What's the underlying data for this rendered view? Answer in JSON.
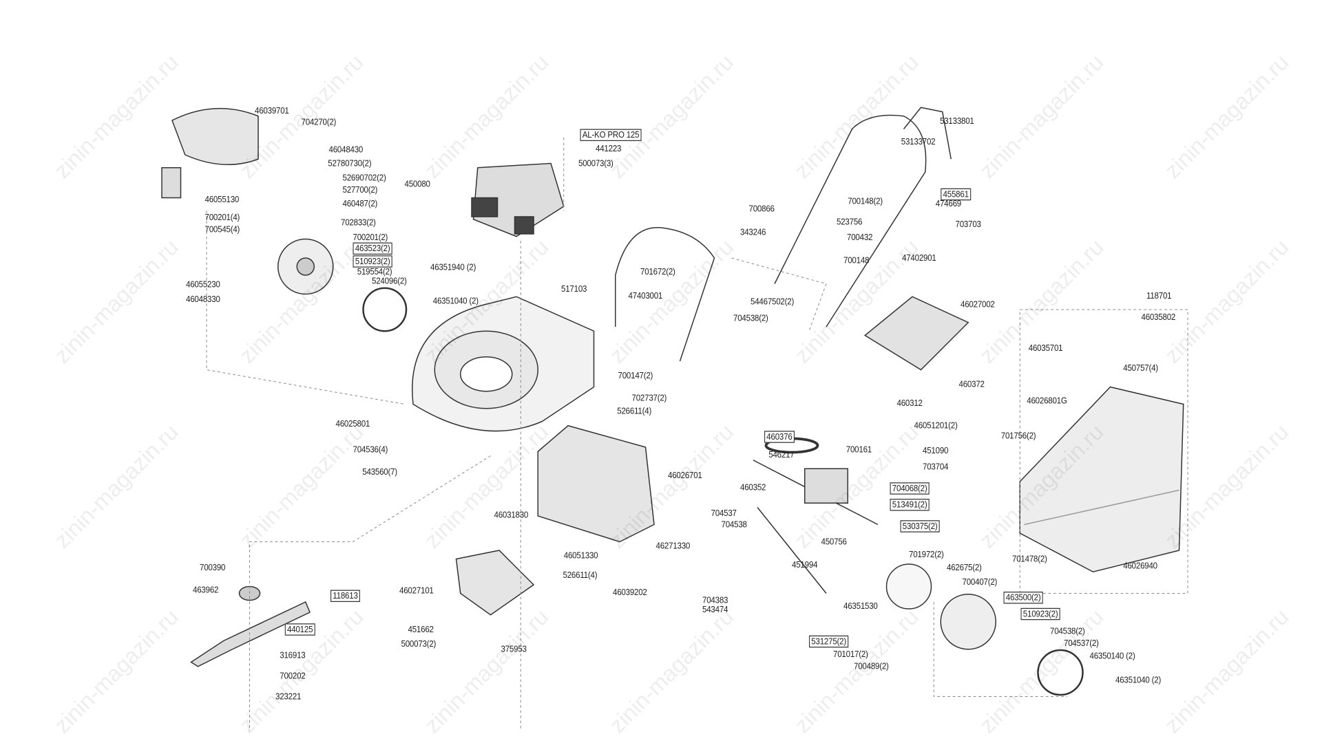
{
  "watermark": "zinin-magazin.ru",
  "engine": {
    "model": "AL-KO PRO 125",
    "part": "441223"
  },
  "labels": [
    "46039701",
    "704270(2)",
    "46048430",
    "52780730(2)",
    "52690702(2)",
    "527700(2)",
    "46055130",
    "460487(2)",
    "700201(4)",
    "700545(4)",
    "702833(2)",
    "450080",
    "500073(3)",
    "700201(2)",
    "463523(2)",
    "510923(2)",
    "519554(2)",
    "524096(2)",
    "46351940 (2)",
    "46055230",
    "46048330",
    "46351040 (2)",
    "517103",
    "47403001",
    "701672(2)",
    "53133801",
    "53133702",
    "455861",
    "700148(2)",
    "474669",
    "700866",
    "523756",
    "703703",
    "343246",
    "700432",
    "700148",
    "47402901",
    "54467502(2)",
    "704538(2)",
    "46027002",
    "118701",
    "46035802",
    "46035701",
    "450757(4)",
    "460372",
    "460312",
    "46026801G",
    "46051201(2)",
    "701756(2)",
    "700147(2)",
    "702737(2)",
    "526611(4)",
    "46025801",
    "704536(4)",
    "543560(7)",
    "46026701",
    "460376",
    "546217",
    "700161",
    "451090",
    "703704",
    "460352",
    "704068(2)",
    "513491(2)",
    "530375(2)",
    "46031830",
    "704537",
    "704538",
    "46271330",
    "450756",
    "46051330",
    "451994",
    "701972(2)",
    "462675(2)",
    "526611(4)",
    "700390",
    "463962",
    "118613",
    "46027101",
    "46039202",
    "701478(2)",
    "46026940",
    "700407(2)",
    "463500(2)",
    "510923(2)",
    "704383",
    "543474",
    "46351530",
    "440125",
    "451662",
    "500073(2)",
    "375953",
    "531275(2)",
    "704538(2)",
    "704537(2)",
    "701017(2)",
    "46350140 (2)",
    "316913",
    "700202",
    "700489(2)",
    "323221",
    "46351040 (2)"
  ]
}
